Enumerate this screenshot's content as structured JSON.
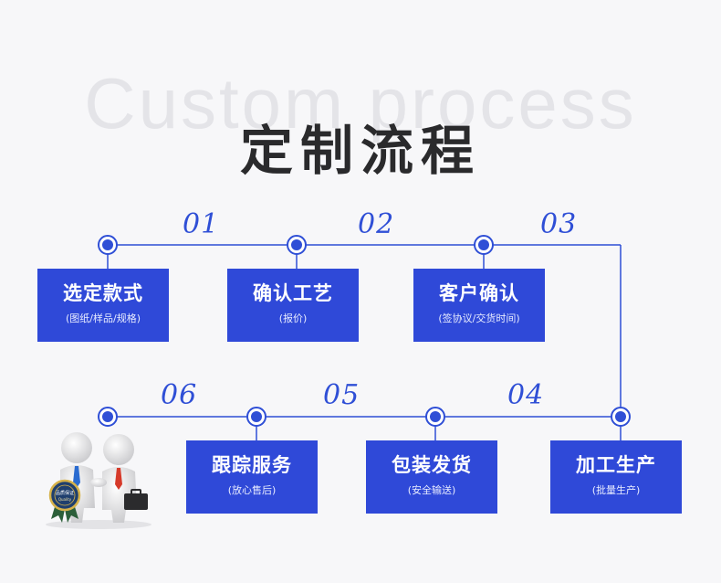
{
  "watermark": "Custom process",
  "title": "定制流程",
  "steps": [
    {
      "num": "01",
      "title": "选定款式",
      "sub": "(图纸/样品/规格)"
    },
    {
      "num": "02",
      "title": "确认工艺",
      "sub": "(报价)"
    },
    {
      "num": "03",
      "title": "客户确认",
      "sub": "(签协议/交货时间)"
    },
    {
      "num": "04",
      "title": "加工生产",
      "sub": "(批量生产)"
    },
    {
      "num": "05",
      "title": "包装发货",
      "sub": "(安全输送)"
    },
    {
      "num": "06",
      "title": "跟踪服务",
      "sub": "(放心售后)"
    }
  ],
  "badge": {
    "line1": "品质保证",
    "line2": "Quality"
  },
  "colors": {
    "accent": "#2f49d8",
    "line": "#2f4fd6",
    "background": "#f7f7f9",
    "title": "#2a2a2c"
  },
  "icons": [
    "step-dot-icon",
    "people-handshake-icon",
    "quality-badge-icon",
    "briefcase-icon"
  ]
}
